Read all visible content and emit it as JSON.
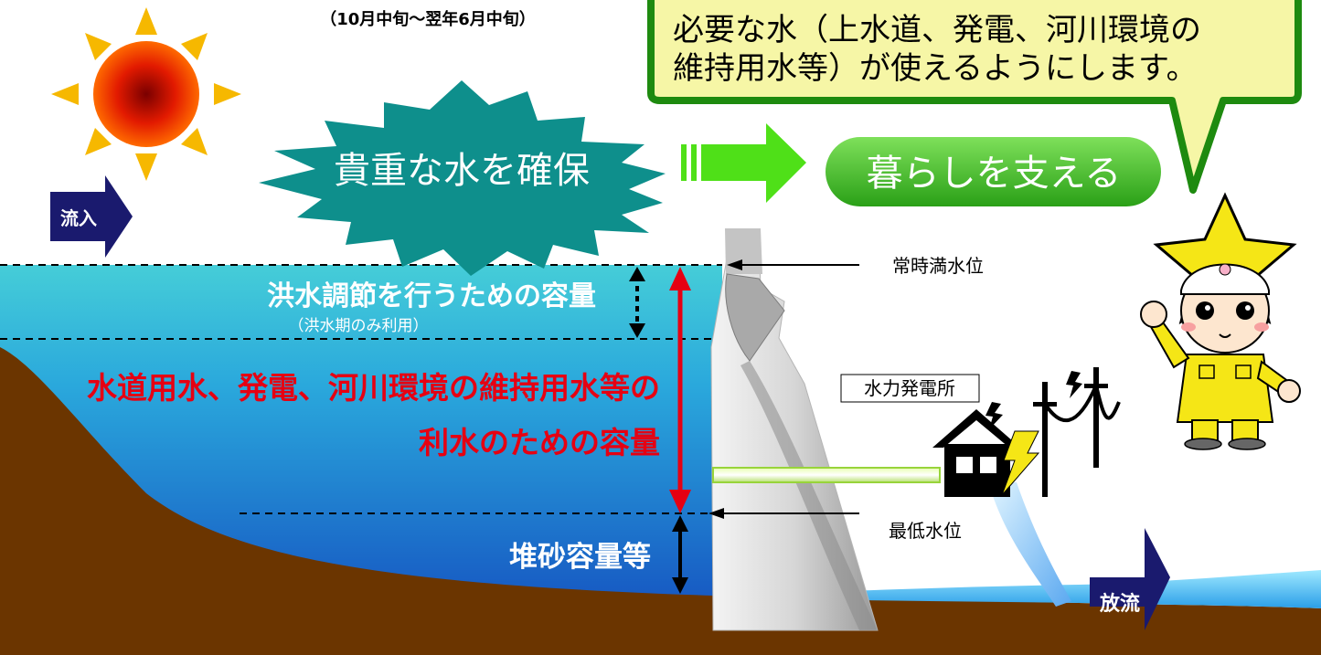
{
  "period": "（10月中旬～翌年6月中旬）",
  "speech": {
    "line1": "必要な水（上水道、発電、河川環境の",
    "line2": "維持用水等）が使えるようにします。"
  },
  "secure_water": "貴重な水を確保",
  "support_life": "暮らしを支える",
  "inflow": "流入",
  "outflow": "放流",
  "normal_full_level": "常時満水位",
  "min_level": "最低水位",
  "power_station": "水力発電所",
  "flood_capacity": {
    "title": "洪水調節を行うための容量",
    "note": "（洪水期のみ利用）"
  },
  "utility_capacity": {
    "line1": "水道用水、発電、河川環境の維持用水等の",
    "line2": "利水のための容量"
  },
  "sediment_capacity": "堆砂容量等",
  "colors": {
    "water_top": "#3ec6d6",
    "water_bottom": "#1a5fc8",
    "ground": "#6b3500",
    "burst": "#0e8f8c",
    "pill": "#3cb528",
    "arrow_green": "#4fe018",
    "speech_bg": "#f6f6a6",
    "speech_border": "#1e8a0f",
    "red": "#e60012",
    "navy": "#1a1a6e"
  }
}
